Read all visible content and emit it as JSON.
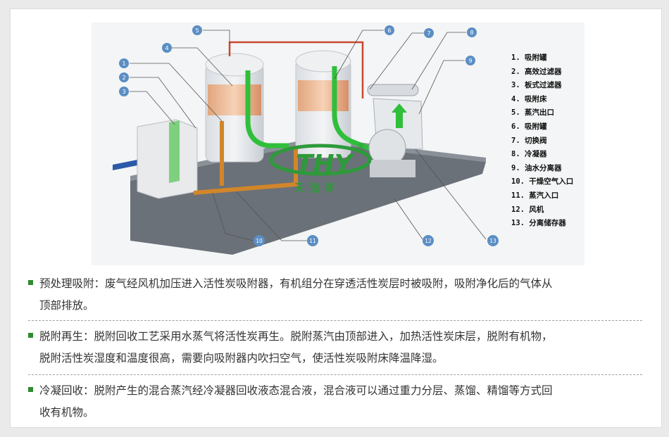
{
  "legend": [
    "1. 吸附罐",
    "2. 高效过滤器",
    "3. 板式过滤器",
    "4. 吸附床",
    "5. 蒸汽出口",
    "6. 吸附罐",
    "7. 切换阀",
    "8. 冷凝器",
    "9. 油水分离器",
    "10. 干燥空气入口",
    "11. 蒸汽入口",
    "12. 风机",
    "13. 分离储存器"
  ],
  "callouts": [
    "1",
    "2",
    "3",
    "4",
    "5",
    "6",
    "7",
    "8",
    "9",
    "10",
    "11",
    "12",
    "13"
  ],
  "logo": {
    "letters": "THY",
    "cn": "天浩洋",
    "reg": "®"
  },
  "sections": [
    {
      "line1": "预处理吸附：废气经风机加压进入活性炭吸附器，有机组分在穿透活性炭层时被吸附，吸附净化后的气体从",
      "line2": "顶部排放。"
    },
    {
      "line1": "脱附再生：脱附回收工艺采用水蒸气将活性炭再生。脱附蒸汽由顶部进入，加热活性炭床层，脱附有机物，",
      "line2": "脱附活性炭湿度和温度很高，需要向吸附器内吹扫空气，使活性炭吸附床降温降湿。"
    },
    {
      "line1": "冷凝回收：脱附产生的混合蒸汽经冷凝器回收液态混合液，混合液可以通过重力分层、蒸馏、精馏等方式回",
      "line2": "收有机物。"
    }
  ],
  "colors": {
    "bullet": "#2e8b2e",
    "green_pipe": "#2fbf3a",
    "steam_pipe": "#d2862a",
    "logo_green": "#2d9a3a",
    "platform": "#6b7178",
    "arrow_blue": "#2a5aa8"
  }
}
